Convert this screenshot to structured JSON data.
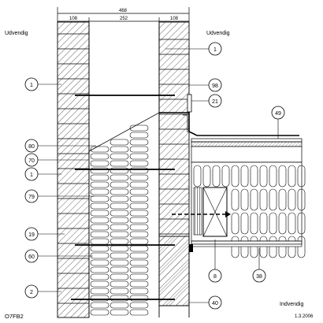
{
  "dimensions": {
    "total": "468",
    "left": "108",
    "middle": "252",
    "right": "108"
  },
  "labels": {
    "outside_left": "Udvendig",
    "outside_right": "Udvendig",
    "inside": "Indvendig",
    "drawing_code": "O7FB2",
    "date": "1.3.2006"
  },
  "callouts_left": [
    "1",
    "80",
    "70",
    "1",
    "79",
    "19",
    "60",
    "2"
  ],
  "callouts_right": [
    "1",
    "98",
    "21",
    "49",
    "8",
    "38",
    "40"
  ]
}
